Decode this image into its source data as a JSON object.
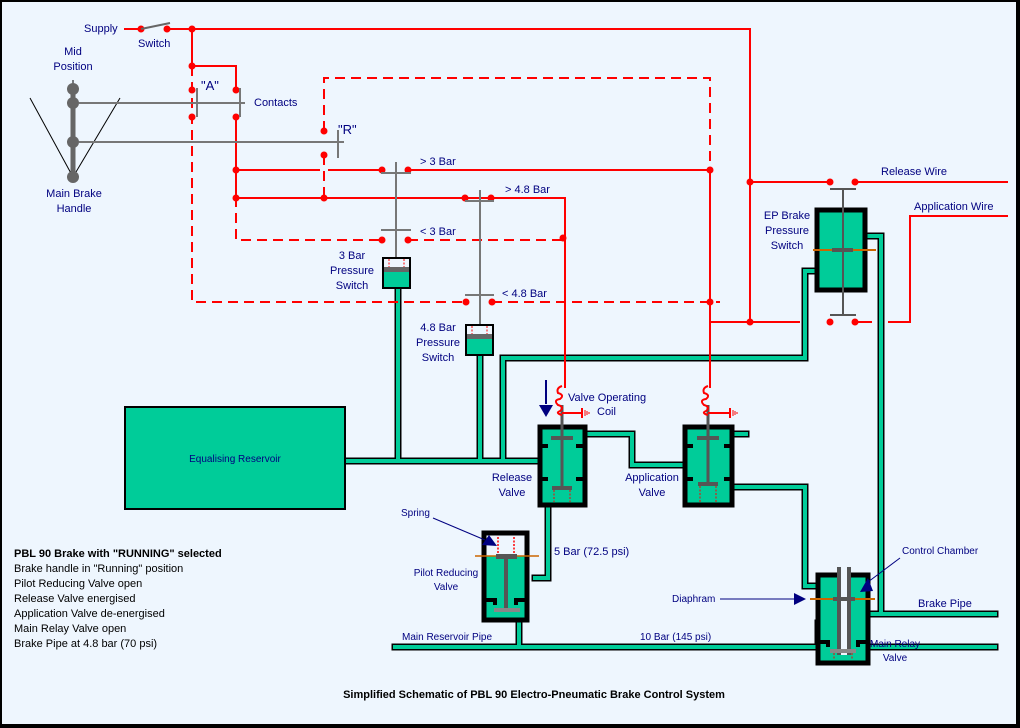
{
  "colors": {
    "background": "#eef6fe",
    "frame": "#000000",
    "wire": "#ff0000",
    "air": "#00cc99",
    "mechanism": "#666666",
    "label": "#000080",
    "diaphragm": "#cc6600"
  },
  "labels": {
    "supply": "Supply",
    "switch": "Switch",
    "mid_position_1": "Mid",
    "mid_position_2": "Position",
    "contact_a": "\"A\"",
    "contacts": "Contacts",
    "contact_r": "\"R\"",
    "main_brake_handle_1": "Main Brake",
    "main_brake_handle_2": "Handle",
    "gt_3_bar": "> 3 Bar",
    "gt_4_8_bar": "> 4.8 Bar",
    "lt_3_bar": "< 3 Bar",
    "lt_4_8_bar": "< 4.8 Bar",
    "ps3_1": "3 Bar",
    "ps3_2": "Pressure",
    "ps3_3": "Switch",
    "ps48_1": "4.8 Bar",
    "ps48_2": "Pressure",
    "ps48_3": "Switch",
    "release_wire": "Release Wire",
    "application_wire": "Application Wire",
    "ep_1": "EP Brake",
    "ep_2": "Pressure",
    "ep_3": "Switch",
    "equalising_reservoir": "Equalising Reservoir",
    "valve_operating": "Valve Operating",
    "coil": "Coil",
    "release_valve_1": "Release",
    "release_valve_2": "Valve",
    "application_valve_1": "Application",
    "application_valve_2": "Valve",
    "spring": "Spring",
    "pilot_1": "Pilot Reducing",
    "pilot_2": "Valve",
    "five_bar": "5 Bar (72.5 psi)",
    "main_reservoir_pipe": "Main Reservoir Pipe",
    "ten_bar": "10 Bar (145 psi)",
    "diaphram": "Diaphram",
    "control_chamber": "Control Chamber",
    "brake_pipe": "Brake Pipe",
    "main_relay_1": "Main Relay",
    "main_relay_2": "Valve"
  },
  "status": {
    "title": "PBL 90 Brake with \"RUNNING\" selected",
    "lines": [
      "Brake handle in \"Running\" position",
      "Pilot Reducing Valve open",
      "Release Valve energised",
      "Application Valve de-energised",
      "Main Relay Valve open",
      "Brake Pipe at 4.8 bar (70 psi)"
    ]
  },
  "caption": "Simplified Schematic of PBL 90 Electro-Pneumatic Brake Control System"
}
